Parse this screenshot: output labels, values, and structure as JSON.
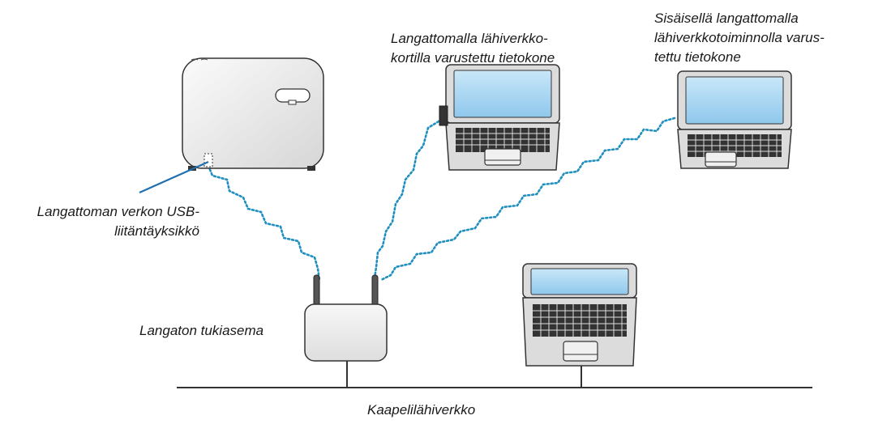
{
  "labels": {
    "projector_usb": [
      "Langattoman verkon USB-",
      "liitäntäyksikkö"
    ],
    "laptop_card": [
      "Langattomalla lähiverkko-",
      "kortilla varustettu tietokone"
    ],
    "laptop_internal": [
      "Sisäisellä langattomalla",
      "lähiverkkotoiminnolla varus-",
      "tettu tietokone"
    ],
    "access_point": "Langaton tukiasema",
    "wired_lan": "Kaapelilähiverkko"
  },
  "colors": {
    "wireless_link": "#1f8fc0",
    "usb_pointer": "#1f6fb0",
    "laptop_screen": "#a9d6f2",
    "device_outline": "#333333",
    "device_fill": "#f2f2f2",
    "laptop_body": "#dcdcdc",
    "keyboard": "#333333"
  },
  "icons": [
    "projector-icon",
    "usb-adapter-icon",
    "wireless-access-point-icon",
    "laptop-icon",
    "lan-card-icon"
  ]
}
